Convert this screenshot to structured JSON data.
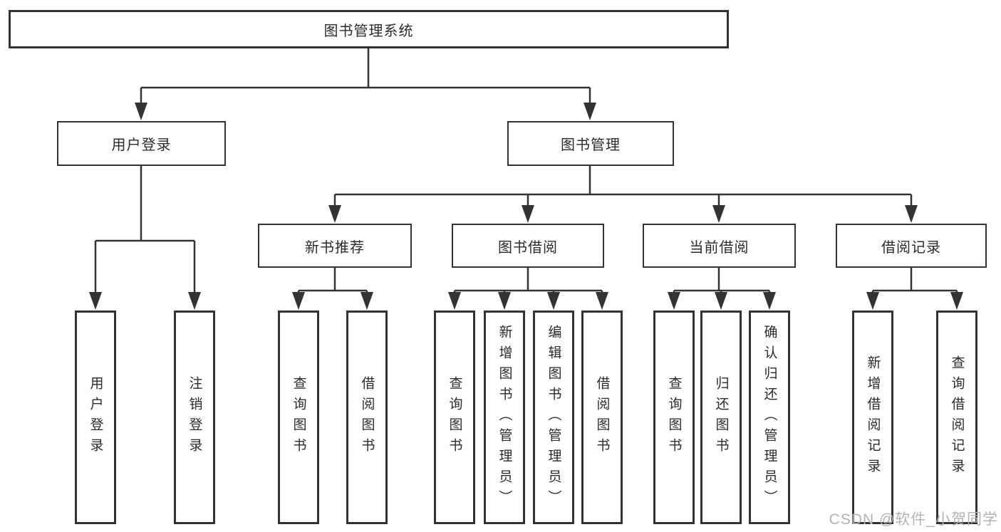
{
  "diagram": {
    "watermark": "CSDN @软件_小贺同学",
    "colors": {
      "line": "#333333",
      "box_border": "#333333",
      "text": "#2b2b2b",
      "watermark": "#b3b3b3",
      "background": "#ffffff"
    },
    "tree": {
      "label": "图书管理系统",
      "children": [
        {
          "label": "用户登录",
          "children": [
            {
              "label": "用户登录"
            },
            {
              "label": "注销登录"
            }
          ]
        },
        {
          "label": "图书管理",
          "children": [
            {
              "label": "新书推荐",
              "children": [
                {
                  "label": "查询图书"
                },
                {
                  "label": "借阅图书"
                }
              ]
            },
            {
              "label": "图书借阅",
              "children": [
                {
                  "label": "查询图书"
                },
                {
                  "label": "新增图书（管理员）"
                },
                {
                  "label": "编辑图书（管理员）"
                },
                {
                  "label": "借阅图书"
                }
              ]
            },
            {
              "label": "当前借阅",
              "children": [
                {
                  "label": "查询图书"
                },
                {
                  "label": "归还图书"
                },
                {
                  "label": "确认归还（管理员）"
                }
              ]
            },
            {
              "label": "借阅记录",
              "children": [
                {
                  "label": "新增借阅记录"
                },
                {
                  "label": "查询借阅记录"
                }
              ]
            }
          ]
        }
      ]
    }
  }
}
